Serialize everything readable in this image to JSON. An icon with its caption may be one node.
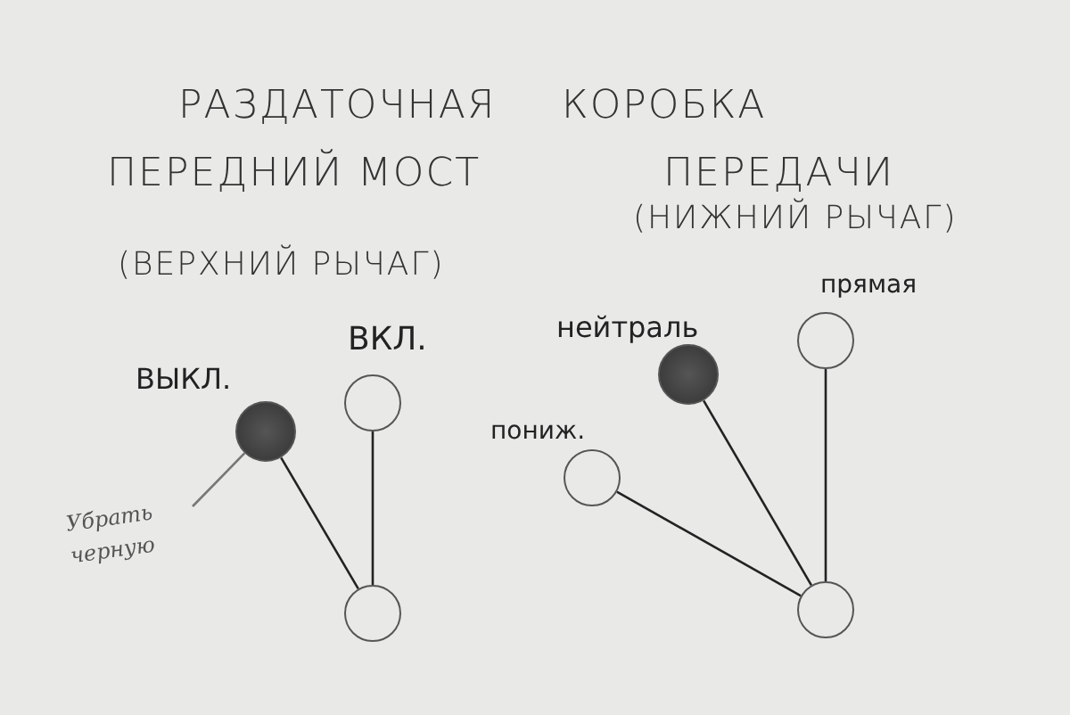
{
  "diagram": {
    "nodes": [
      {
        "text": [],
        "shape": "dot",
        "beside": [
          "ВЫКЛ."
        ]
      },
      {
        "text": [],
        "shape": "circle",
        "beside": [
          "ВКЛ."
        ]
      },
      {
        "text": [],
        "shape": "circle"
      },
      {
        "text": [],
        "shape": "circle",
        "beside": [
          "пониж."
        ]
      },
      {
        "text": [],
        "shape": "dot",
        "beside": [
          "нейтраль"
        ]
      },
      {
        "text": [],
        "shape": "circle",
        "beside": [
          "прямая"
        ]
      },
      {
        "text": [],
        "shape": "circle"
      },
      {
        "text": [
          "Убрать черную"
        ]
      }
    ],
    "edges": [
      {
        "from": 0,
        "to": 2,
        "arrow": "none"
      },
      {
        "from": 1,
        "to": 2,
        "arrow": "none"
      },
      {
        "from": 3,
        "to": 6,
        "arrow": "none"
      },
      {
        "from": 4,
        "to": 6,
        "arrow": "none"
      },
      {
        "from": 5,
        "to": 6,
        "arrow": "none"
      },
      {
        "from": 7,
        "to": 0,
        "arrow": "none"
      }
    ],
    "labels": [
      "РАЗДАТОЧНАЯ",
      "КОРОБКА",
      "ПЕРЕДНИЙ МОСТ",
      "ПЕРЕДАЧИ",
      "(ВЕРХНИЙ РЫЧАГ)",
      "(НИЖНИЙ РЫЧАГ)"
    ]
  }
}
